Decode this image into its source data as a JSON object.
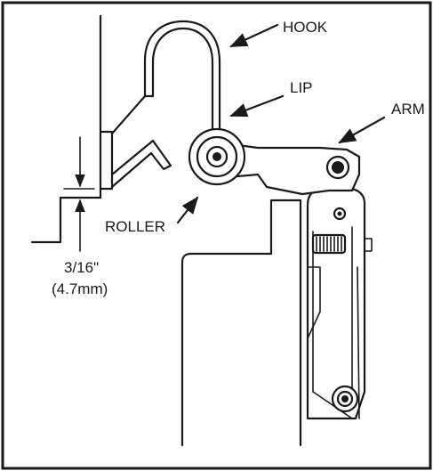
{
  "labels": {
    "hook": "HOOK",
    "lip": "LIP",
    "arm": "ARM",
    "roller": "ROLLER",
    "gap_imperial": "3/16\"",
    "gap_metric": "(4.7mm)"
  },
  "colors": {
    "ink": "#1a1a1a",
    "background": "#ffffff"
  },
  "icons": {
    "pointer": "arrow-icon"
  }
}
